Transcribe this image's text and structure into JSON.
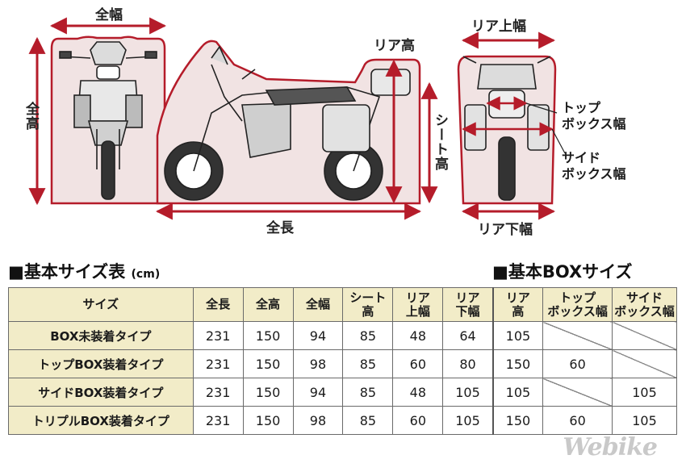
{
  "diagram": {
    "labels": {
      "total_width": "全幅",
      "total_height": "全高",
      "rear_height": "リア高",
      "seat_height": "シート高",
      "total_length": "全長",
      "rear_top_width": "リア上幅",
      "top_box_width_line1": "トップ",
      "top_box_width_line2": "ボックス幅",
      "side_box_width_line1": "サイド",
      "side_box_width_line2": "ボックス幅",
      "rear_bottom_width": "リア下幅"
    },
    "colors": {
      "outline": "#b51c2a",
      "fill": "#f1e3e3",
      "arrow": "#b51c2a"
    }
  },
  "titles": {
    "basic_size": "■基本サイズ表",
    "basic_size_unit": "(cm)",
    "basic_box": "■基本BOXサイズ"
  },
  "table": {
    "headers": {
      "size": "サイズ",
      "length": "全長",
      "height": "全高",
      "width": "全幅",
      "seat_l1": "シート",
      "seat_l2": "高",
      "rear_top_l1": "リア",
      "rear_top_l2": "上幅",
      "rear_bottom_l1": "リア",
      "rear_bottom_l2": "下幅",
      "rear_height_l1": "リア",
      "rear_height_l2": "高",
      "top_box_l1": "トップ",
      "top_box_l2": "ボックス幅",
      "side_box_l1": "サイド",
      "side_box_l2": "ボックス幅"
    },
    "rows": [
      {
        "name": "BOX未装着タイプ",
        "length": "231",
        "height": "150",
        "width": "94",
        "seat": "85",
        "rear_top": "48",
        "rear_bottom": "64",
        "rear_height": "105",
        "top_box": "",
        "side_box": ""
      },
      {
        "name": "トップBOX装着タイプ",
        "length": "231",
        "height": "150",
        "width": "98",
        "seat": "85",
        "rear_top": "60",
        "rear_bottom": "80",
        "rear_height": "150",
        "top_box": "60",
        "side_box": ""
      },
      {
        "name": "サイドBOX装着タイプ",
        "length": "231",
        "height": "150",
        "width": "94",
        "seat": "85",
        "rear_top": "48",
        "rear_bottom": "105",
        "rear_height": "105",
        "top_box": "",
        "side_box": "105"
      },
      {
        "name": "トリプルBOX装着タイプ",
        "length": "231",
        "height": "150",
        "width": "98",
        "seat": "85",
        "rear_top": "60",
        "rear_bottom": "105",
        "rear_height": "150",
        "top_box": "60",
        "side_box": "105"
      }
    ]
  },
  "logo": {
    "text": "Webike"
  }
}
